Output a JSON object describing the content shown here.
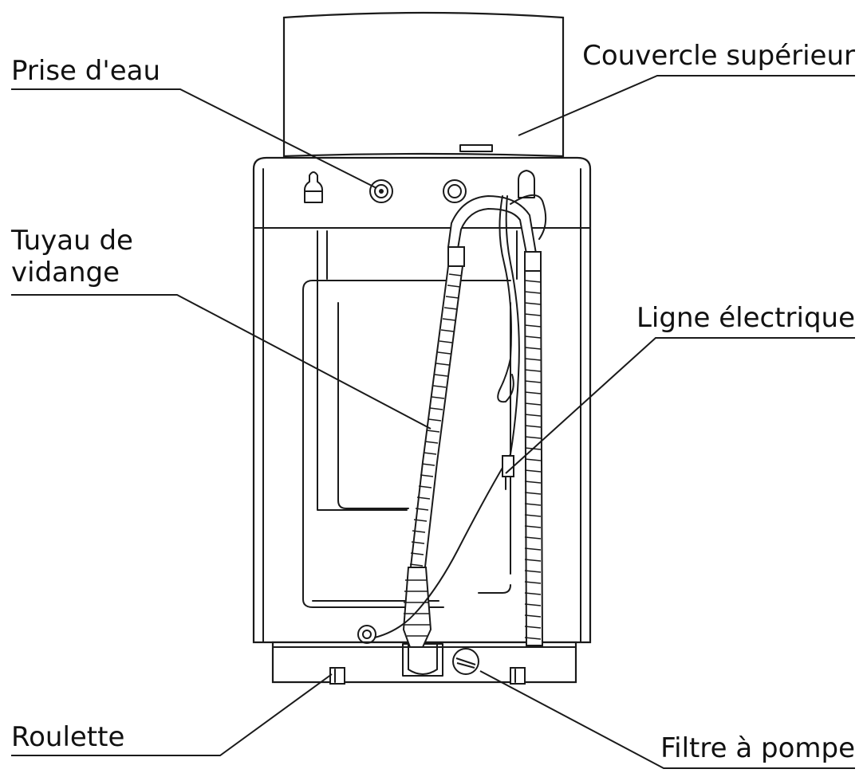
{
  "labels": {
    "water_inlet": "Prise d'eau",
    "top_cover": "Couvercle supérieur",
    "drain_hose_line1": "Tuyau de",
    "drain_hose_line2": "vidange",
    "power_cord": "Ligne électrique",
    "caster": "Roulette",
    "pump_filter": "Filtre à pompe"
  },
  "colors": {
    "line": "#1a1a1a",
    "background": "#ffffff"
  }
}
